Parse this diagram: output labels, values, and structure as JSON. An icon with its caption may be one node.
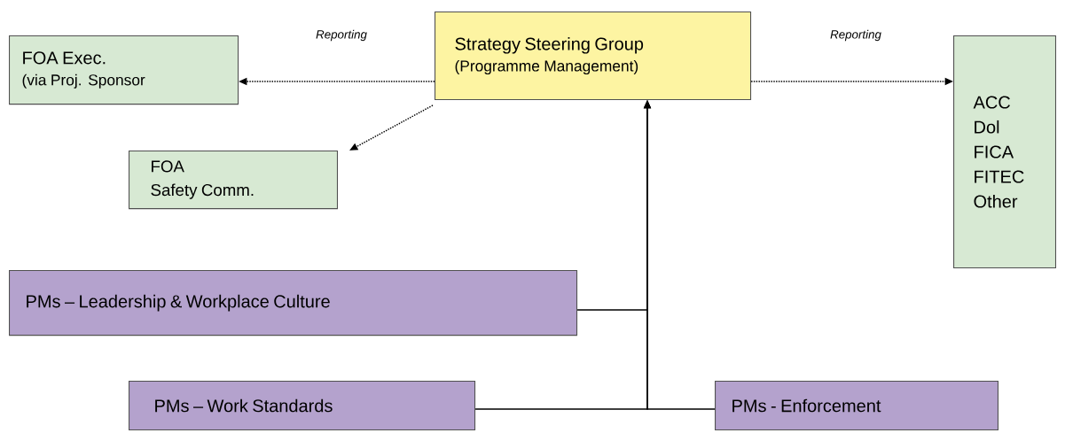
{
  "diagram": {
    "nodes": [
      {
        "text": [
          "FOA Exec.",
          "(via Proj. Sponsor"
        ]
      },
      {
        "text": [
          "Strategy Steering Group",
          "(Programme Management)"
        ]
      },
      {
        "text": [
          "ACC",
          "Dol",
          "FICA",
          "FITEC",
          "Other"
        ]
      },
      {
        "text": [
          "FOA",
          "Safety Comm."
        ]
      },
      {
        "text": [
          "PMs – Leadership & Workplace Culture"
        ]
      },
      {
        "text": [
          "PMs – Work Standards"
        ]
      },
      {
        "text": [
          "PMs - Enforcement"
        ]
      }
    ],
    "edges": [
      {
        "from": 1,
        "to": 0,
        "arrow": "to",
        "label": "Reporting",
        "style": "dashed"
      },
      {
        "from": 1,
        "to": 2,
        "arrow": "to",
        "label": "Reporting",
        "style": "dashed"
      },
      {
        "from": 1,
        "to": 3,
        "arrow": "to",
        "style": "dashed"
      },
      {
        "from": 4,
        "to": 1,
        "arrow": "to"
      },
      {
        "from": 5,
        "to": 1,
        "arrow": "to"
      },
      {
        "from": 6,
        "to": 1,
        "arrow": "to"
      }
    ]
  }
}
